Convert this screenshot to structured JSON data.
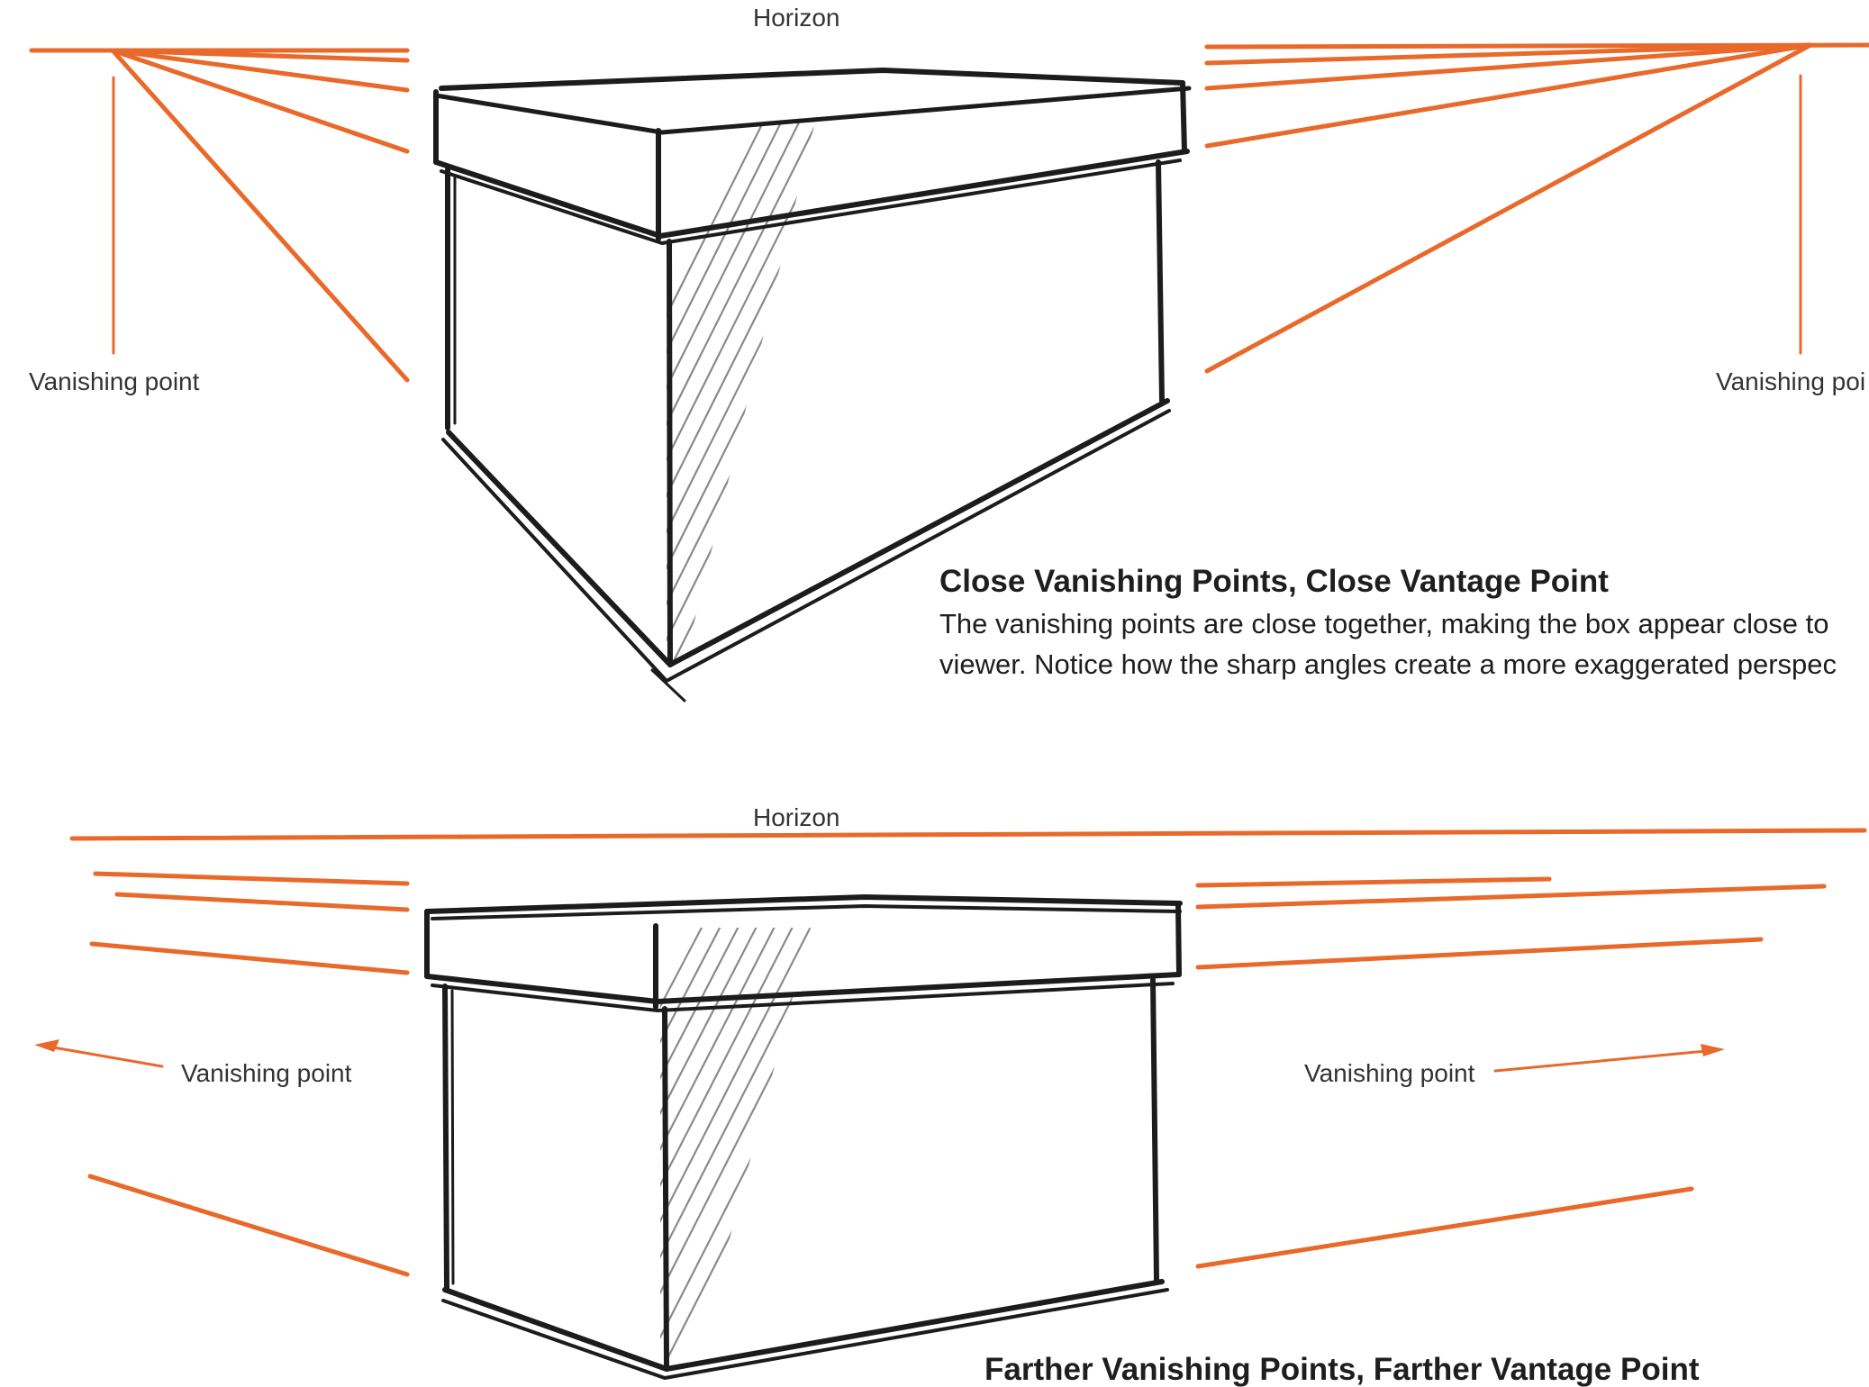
{
  "colors": {
    "construction_lines": "#e8692a",
    "ink": "#1c1c1c",
    "shading": "#8a8a8a",
    "text": "#1e1e1e",
    "label_text": "#333333"
  },
  "top_panel": {
    "horizon_label": "Horizon",
    "left_vanishing_label": "Vanishing point",
    "right_vanishing_label": "Vanishing poi",
    "heading": "Close Vanishing Points, Close Vantage Point",
    "body_line_1": "The vanishing points are close together, making the box appear close to",
    "body_line_2": "viewer. Notice how the sharp angles create a more exaggerated perspec"
  },
  "bottom_panel": {
    "horizon_label": "Horizon",
    "left_vanishing_label": "Vanishing point",
    "right_vanishing_label": "Vanishing point",
    "heading": "Farther Vanishing Points, Farther Vantage Point"
  }
}
